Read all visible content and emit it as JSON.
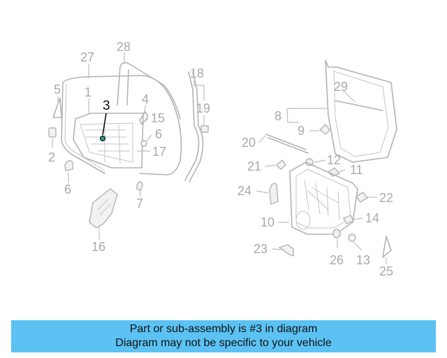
{
  "diagram": {
    "highlighted_part": "3",
    "left_callouts": [
      "27",
      "28",
      "5",
      "1",
      "3",
      "4",
      "15",
      "2",
      "6",
      "17",
      "6",
      "7",
      "16"
    ],
    "middle_callouts": [
      "18",
      "19"
    ],
    "right_callouts": [
      "29",
      "8",
      "9",
      "20",
      "12",
      "21",
      "11",
      "24",
      "22",
      "10",
      "14",
      "23",
      "26",
      "13",
      "25"
    ]
  },
  "info_bar": {
    "line1": "Part or sub-assembly is #3 in diagram",
    "line2": "Diagram may not be specific to your vehicle"
  },
  "colors": {
    "banner": "#5bc2f3",
    "highlight": "#111111",
    "line_art": "#b3b3b3"
  }
}
